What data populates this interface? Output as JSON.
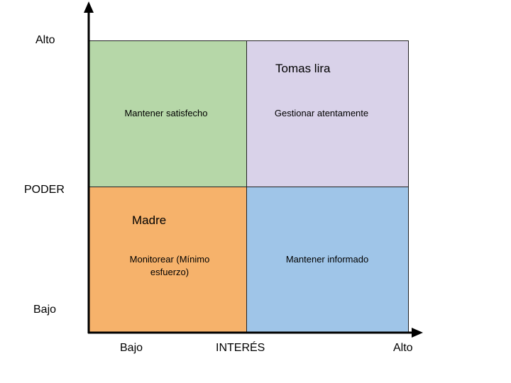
{
  "y_axis": {
    "label": "PODER",
    "high": "Alto",
    "low": "Bajo"
  },
  "x_axis": {
    "label": "INTERÉS",
    "low": "Bajo",
    "high": "Alto"
  },
  "quadrants": {
    "top_left": {
      "label": "Mantener satisfecho",
      "color": "#b6d7a8"
    },
    "top_right": {
      "label": "Gestionar atentamente",
      "color": "#d9d2e9"
    },
    "bottom_left": {
      "label": "Monitorear (Mínimo esfuerzo)",
      "color": "#f6b26b"
    },
    "bottom_right": {
      "label": "Mantener informado",
      "color": "#9fc5e8"
    }
  },
  "stakeholders": {
    "top_right": "Tomas lira",
    "bottom_left": "Madre"
  }
}
